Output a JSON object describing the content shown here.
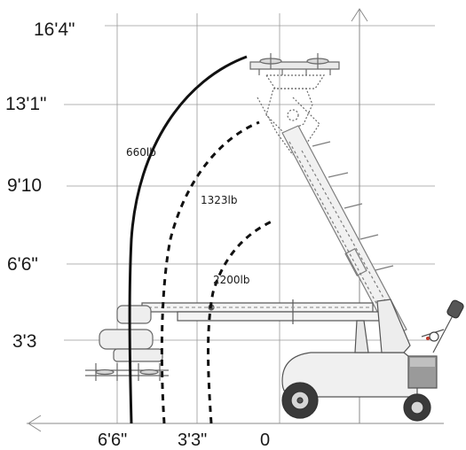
{
  "diagram": {
    "y_axis": {
      "labels": [
        "16'4\"",
        "13'1\"",
        "9'10",
        "6'6\"",
        "3'3"
      ]
    },
    "x_axis": {
      "labels": [
        "6'6\"",
        "3'3\"",
        "0"
      ]
    },
    "load_curves": [
      {
        "label": "660lb",
        "line_style": "solid"
      },
      {
        "label": "1323lb",
        "line_style": "dashed"
      },
      {
        "label": "2200lb",
        "line_style": "dashed"
      }
    ],
    "colors": {
      "grid": "#9a9a9a",
      "curve": "#111111",
      "machine_outline": "#555555",
      "machine_fill": "#f2f2f2",
      "lattice": "#8a8a8a",
      "accent_red": "#c0392b"
    }
  }
}
